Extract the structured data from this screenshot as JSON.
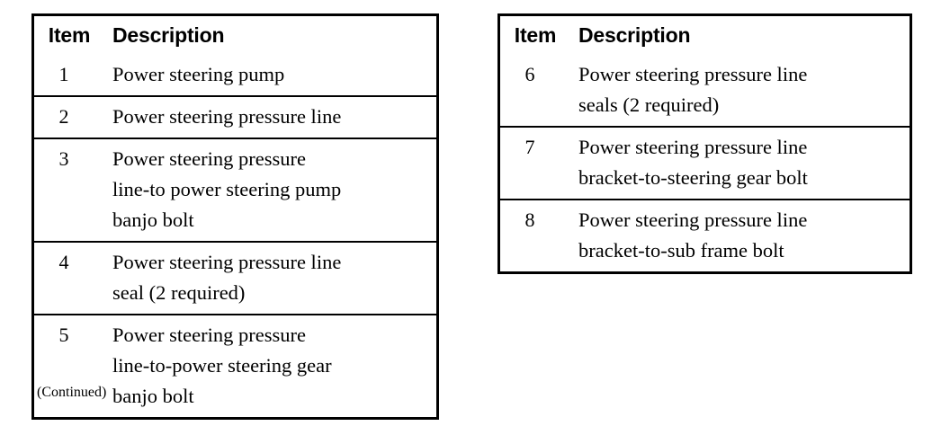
{
  "document": {
    "caption": "(Continued)",
    "columns": {
      "item": "Item",
      "description": "Description"
    },
    "colors": {
      "text": "#000000",
      "background": "#ffffff",
      "rule": "#000000"
    }
  },
  "tables": [
    {
      "id": "left",
      "header": {
        "item": "Item",
        "description": "Description"
      },
      "rows": [
        {
          "item": "1",
          "description": "Power steering pump"
        },
        {
          "item": "2",
          "description": "Power steering pressure line"
        },
        {
          "item": "3",
          "description": "Power steering pressure\nline-to power steering pump\nbanjo bolt"
        },
        {
          "item": "4",
          "description": "Power steering pressure line\nseal (2 required)"
        },
        {
          "item": "5",
          "description": "Power steering pressure\nline-to-power steering gear\nbanjo bolt"
        }
      ]
    },
    {
      "id": "right",
      "header": {
        "item": "Item",
        "description": "Description"
      },
      "rows": [
        {
          "item": "6",
          "description": "Power steering pressure line\nseals (2 required)"
        },
        {
          "item": "7",
          "description": "Power steering pressure line\nbracket-to-steering gear bolt"
        },
        {
          "item": "8",
          "description": "Power steering pressure line\nbracket-to-sub frame bolt"
        }
      ]
    }
  ]
}
